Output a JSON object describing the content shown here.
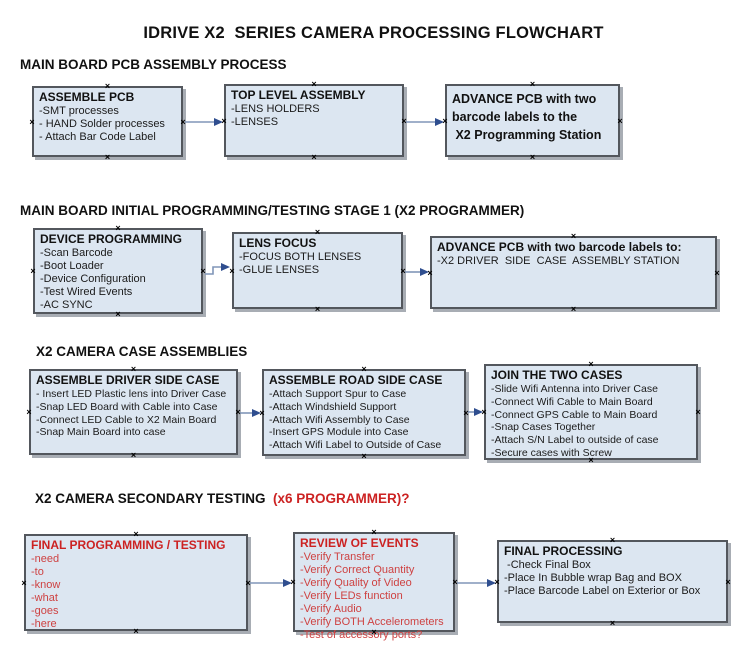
{
  "page_title": "IDRIVE X2  SERIES CAMERA PROCESSING FLOWCHART",
  "colors": {
    "box_fill": "#dce6f1",
    "box_border": "#53575d",
    "box_shadow": "#a8adb4",
    "arrow_line": "#8096b8",
    "arrow_head": "#2f4e8f",
    "red_title": "#cc2222",
    "red_item": "#ce4242"
  },
  "icons": {
    "connection_point": "×"
  },
  "sections": [
    {
      "heading": "MAIN BOARD PCB ASSEMBLY PROCESS",
      "boxes": [
        {
          "title": "ASSEMBLE PCB",
          "items": [
            "-SMT processes",
            "- HAND Solder processes",
            "- Attach Bar Code Label"
          ]
        },
        {
          "title": "TOP LEVEL ASSEMBLY",
          "items": [
            "-LENS HOLDERS",
            "-LENSES"
          ]
        },
        {
          "title": "ADVANCE PCB with two\nbarcode labels to the\n X2 Programming Station",
          "items": []
        }
      ]
    },
    {
      "heading": "MAIN BOARD INITIAL PROGRAMMING/TESTING STAGE 1 (X2 PROGRAMMER)",
      "boxes": [
        {
          "title": "DEVICE PROGRAMMING",
          "items": [
            "-Scan Barcode",
            "-Boot Loader",
            "-Device Configuration",
            "-Test Wired Events",
            "-AC SYNC"
          ]
        },
        {
          "title": "LENS FOCUS",
          "items": [
            "-FOCUS BOTH LENSES",
            "-GLUE LENSES"
          ]
        },
        {
          "title": "ADVANCE PCB with two barcode labels to:",
          "items": [
            "-X2 DRIVER  SIDE  CASE  ASSEMBLY STATION"
          ]
        }
      ]
    },
    {
      "heading": "X2 CAMERA CASE ASSEMBLIES",
      "boxes": [
        {
          "title": "ASSEMBLE DRIVER SIDE CASE",
          "items": [
            "- Insert LED Plastic lens into Driver Case",
            "-Snap LED Board with Cable into Case",
            "-Connect LED Cable to X2 Main Board",
            "-Snap Main Board into case"
          ]
        },
        {
          "title": "ASSEMBLE ROAD SIDE CASE",
          "items": [
            "-Attach Support Spur to Case",
            "-Attach Windshield Support",
            "-Attach Wifi Assembly to Case",
            "-Insert GPS Module into Case",
            "-Attach Wifi Label to Outside of Case"
          ]
        },
        {
          "title": "JOIN THE TWO CASES",
          "items": [
            "-Slide Wifi Antenna into Driver Case",
            "-Connect Wifi Cable to Main Board",
            "-Connect GPS Cable to Main Board",
            "-Snap Cases Together",
            "-Attach S/N Label to outside of case",
            "-Secure cases with Screw"
          ]
        }
      ]
    },
    {
      "heading": "X2 CAMERA SECONDARY TESTING ",
      "heading_suffix": " (x6 PROGRAMMER)?",
      "boxes": [
        {
          "title": "FINAL PROGRAMMING / TESTING",
          "items": [
            "-need",
            "-to",
            "-know",
            "-what",
            "-goes",
            "-here"
          ]
        },
        {
          "title": "REVIEW OF EVENTS",
          "items": [
            "-Verify Transfer",
            "-Verify Correct Quantity",
            "-Verify Quality of Video",
            "-Verify LEDs function",
            "-Verify Audio",
            "-Verify BOTH Accelerometers",
            "-Test of accessory ports?"
          ]
        },
        {
          "title": "FINAL PROCESSING",
          "items": [
            " -Check Final Box",
            "-Place In Bubble wrap Bag and BOX",
            "-Place Barcode Label on Exterior or Box"
          ]
        }
      ]
    }
  ]
}
